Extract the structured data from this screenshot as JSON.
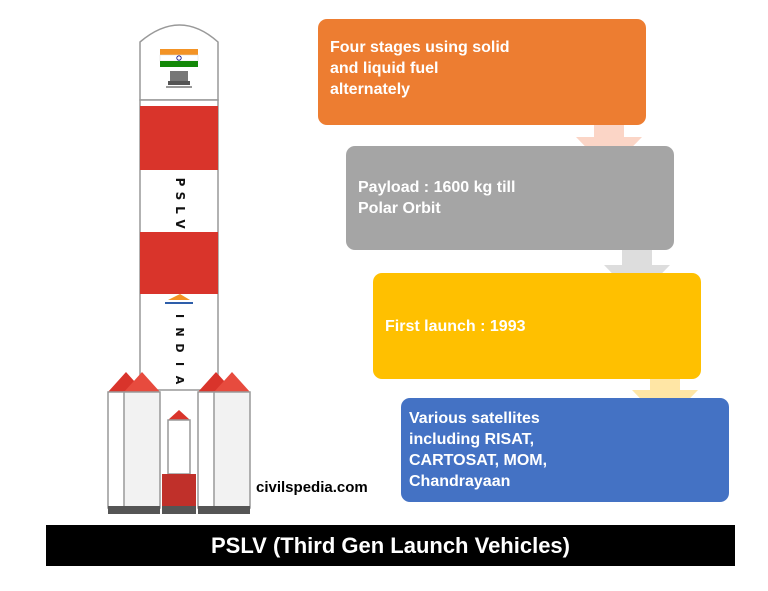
{
  "colors": {
    "orange": "#ED7D31",
    "gray": "#A5A5A5",
    "yellow": "#FFC000",
    "blue": "#4472C4",
    "rocket_red": "#D9342B",
    "arrow_pink": "#FBD5C6",
    "arrow_gray": "#DDDDDD",
    "arrow_yellow": "#FFE6A5",
    "banner_bg": "#000000"
  },
  "rocket": {
    "vertical_label_1": "PSLV",
    "vertical_label_2": "INDIA"
  },
  "boxes": [
    {
      "text": "Four stages using solid\nand liquid fuel\nalternately",
      "color": "orange"
    },
    {
      "text": "Payload : 1600 kg till\nPolar Orbit",
      "color": "gray"
    },
    {
      "text": "First launch : 1993",
      "color": "yellow"
    },
    {
      "text": "Various satellites\nincluding RISAT,\nCARTOSAT, MOM,\nChandrayaan",
      "color": "blue"
    }
  ],
  "watermark": "civilspedia.com",
  "banner": "PSLV (Third Gen Launch Vehicles)"
}
